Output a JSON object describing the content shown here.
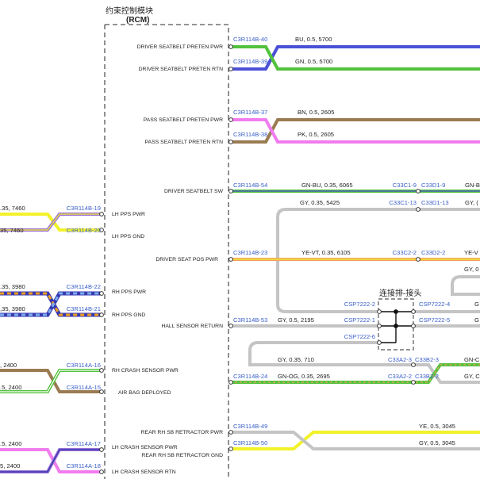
{
  "module": {
    "title_cn": "约束控制模块",
    "title_abbr": "(RCM)"
  },
  "splice": {
    "label": "连接排-接头"
  },
  "colors": {
    "GN": "#52c23c",
    "BU": "#4b50d6",
    "BN": "#9a7b52",
    "PK": "#f07cee",
    "GY": "#c4c4c4",
    "YE": "#f2f22a",
    "OG": "#f0a060",
    "VT": "#9b6fd8"
  },
  "pins": [
    {
      "id": "p1",
      "label": "DRIVER SEATBELT PRETEN PWR"
    },
    {
      "id": "p2",
      "label": "DRIVER SEATBELT PRETEN RTN"
    },
    {
      "id": "p3",
      "label": "PASS SEATBELT PRETEN PWR"
    },
    {
      "id": "p4",
      "label": "PASS SEATBELT PRETEN RTN"
    },
    {
      "id": "p5",
      "label": "DRIVER SEATBELT SW"
    },
    {
      "id": "p6",
      "label": "LH PPS PWR"
    },
    {
      "id": "p7",
      "label": "LH PPS GND"
    },
    {
      "id": "p8",
      "label": "DRIVER SEAT POS PWR"
    },
    {
      "id": "p9",
      "label": "RH PPS PWR"
    },
    {
      "id": "p10",
      "label": "RH PPS GND"
    },
    {
      "id": "p11",
      "label": "HALL SENSOR RETURN"
    },
    {
      "id": "p12",
      "label": "RH CRASH SENSOR PWR"
    },
    {
      "id": "p13",
      "label": "AIR BAG DEPLOYED"
    },
    {
      "id": "p14",
      "label": "REAR RH SB RETRACTOR PWR"
    },
    {
      "id": "p15",
      "label": "LH CRASH SENSOR PWR"
    },
    {
      "id": "p16",
      "label": "REAR RH SB RETRACTOR GND"
    },
    {
      "id": "p17",
      "label": "LH CRASH SENSOR RTN"
    }
  ],
  "connectors": [
    {
      "id": "c1",
      "text": "C3R114B-40"
    },
    {
      "id": "c2",
      "text": "C3R114B-39"
    },
    {
      "id": "c3",
      "text": "C3R114B-37"
    },
    {
      "id": "c4",
      "text": "C3R114B-38"
    },
    {
      "id": "c5",
      "text": "C3R114B-54"
    },
    {
      "id": "c6",
      "text": "C3R114B-19"
    },
    {
      "id": "c7",
      "text": "C3R114B-20"
    },
    {
      "id": "c8",
      "text": "C3R114B-23"
    },
    {
      "id": "c9",
      "text": "C3R114B-22"
    },
    {
      "id": "c10",
      "text": "C3R114B-21"
    },
    {
      "id": "c11",
      "text": "C3R114B-53"
    },
    {
      "id": "c12",
      "text": "C3R114A-16"
    },
    {
      "id": "c13",
      "text": "C3R114A-15"
    },
    {
      "id": "c14",
      "text": "C3R114B-24"
    },
    {
      "id": "c15",
      "text": "C3R114B-49"
    },
    {
      "id": "c16",
      "text": "C3R114B-50"
    },
    {
      "id": "c17",
      "text": "C3R114A-17"
    },
    {
      "id": "c18",
      "text": "C3R114A-18"
    },
    {
      "id": "c19",
      "text": "C33C1-9"
    },
    {
      "id": "c20",
      "text": "C33D1-9"
    },
    {
      "id": "c21",
      "text": "C33C1-13"
    },
    {
      "id": "c22",
      "text": "C33D1-13"
    },
    {
      "id": "c23",
      "text": "C33C2-2"
    },
    {
      "id": "c24",
      "text": "C33D2-2"
    },
    {
      "id": "c25",
      "text": "CSP7222-2"
    },
    {
      "id": "c26",
      "text": "CSP7222-4"
    },
    {
      "id": "c27",
      "text": "CSP7222-1"
    },
    {
      "id": "c28",
      "text": "CSP7222-5"
    },
    {
      "id": "c29",
      "text": "CSP7222-6"
    },
    {
      "id": "c30",
      "text": "C33A2-3"
    },
    {
      "id": "c31",
      "text": "C33B2-3"
    },
    {
      "id": "c32",
      "text": "C33A2-2"
    },
    {
      "id": "c33",
      "text": "C33B2-2"
    }
  ],
  "wire_labels": [
    {
      "id": "w1",
      "text": "BU,  0.5,  5700"
    },
    {
      "id": "w2",
      "text": "GN,  0.5,  5700"
    },
    {
      "id": "w3",
      "text": "BN,  0.5,  2605"
    },
    {
      "id": "w4",
      "text": "PK,  0.5,  2605"
    },
    {
      "id": "w5",
      "text": "GN-BU,  0.35,  6065"
    },
    {
      "id": "w6",
      "text": "GN-B"
    },
    {
      "id": "w7",
      "text": "GY,  0.35,  5425"
    },
    {
      "id": "w8",
      "text": "GY,  ("
    },
    {
      "id": "w9",
      "text": "YE-VT,  0.35,  6105"
    },
    {
      "id": "w10",
      "text": "YE-V"
    },
    {
      "id": "w11",
      "text": "GY,  0"
    },
    {
      "id": "w12",
      "text": "GY,  0.5,  2195"
    },
    {
      "id": "w13",
      "text": "G"
    },
    {
      "id": "w14",
      "text": "G"
    },
    {
      "id": "w15",
      "text": "GY,  0.35,  710"
    },
    {
      "id": "w16",
      "text": "GN-OG,  0.35,  2695"
    },
    {
      "id": "w17",
      "text": "GN-C"
    },
    {
      "id": "w18",
      "text": "GY,  C"
    },
    {
      "id": "w19",
      "text": "YE,  0.5,  3045"
    },
    {
      "id": "w20",
      "text": "GY,  0.5,  3045"
    },
    {
      "id": "w21",
      "text": ".35,  7460"
    },
    {
      "id": "w22",
      "text": "35,  7460"
    },
    {
      "id": "w23",
      "text": ".35,  3980"
    },
    {
      "id": "w24",
      "text": ",35,  3980"
    },
    {
      "id": "w25",
      "text": ",  2400"
    },
    {
      "id": "w26",
      "text": ".5,  2400"
    },
    {
      "id": "w27",
      "text": ".5,  2400"
    },
    {
      "id": "w28",
      "text": "5,  2400"
    }
  ]
}
